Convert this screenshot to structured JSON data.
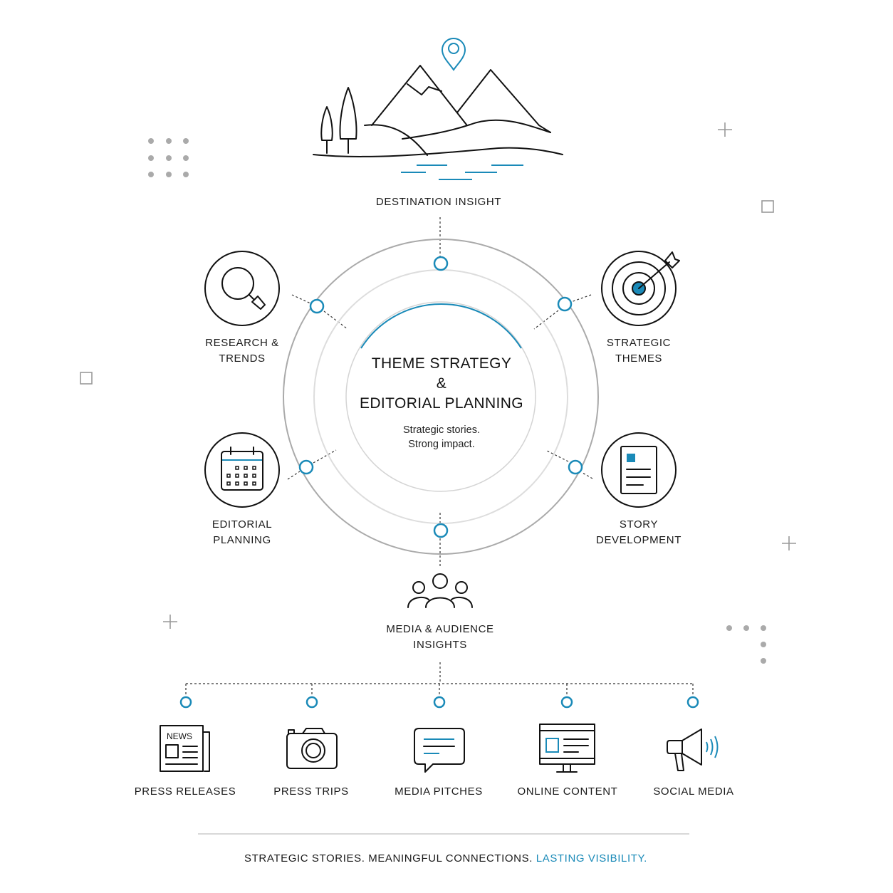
{
  "colors": {
    "accent": "#1a8ab8",
    "text": "#1a1a1a",
    "ring": "#aaaaaa"
  },
  "top": {
    "label": "DESTINATION INSIGHT",
    "icon": "landscape-pin-icon"
  },
  "center": {
    "title_line1": "THEME STRATEGY",
    "title_line2": "&",
    "title_line3": "EDITORIAL PLANNING",
    "sub_line1": "Strategic stories.",
    "sub_line2": "Strong impact."
  },
  "pillars": [
    {
      "line1": "RESEARCH &",
      "line2": "TRENDS",
      "icon": "magnifier-icon"
    },
    {
      "line1": "STRATEGIC",
      "line2": "THEMES",
      "icon": "target-icon"
    },
    {
      "line1": "EDITORIAL",
      "line2": "PLANNING",
      "icon": "calendar-icon"
    },
    {
      "line1": "STORY",
      "line2": "DEVELOPMENT",
      "icon": "document-icon"
    }
  ],
  "bottom": {
    "line1": "MEDIA & AUDIENCE",
    "line2": "INSIGHTS",
    "icon": "people-icon"
  },
  "outputs": [
    {
      "label": "PRESS RELEASES",
      "icon": "newspaper-icon",
      "icon_text": "NEWS"
    },
    {
      "label": "PRESS TRIPS",
      "icon": "camera-icon"
    },
    {
      "label": "MEDIA PITCHES",
      "icon": "speech-bubble-icon"
    },
    {
      "label": "ONLINE CONTENT",
      "icon": "monitor-icon"
    },
    {
      "label": "SOCIAL MEDIA",
      "icon": "megaphone-icon"
    }
  ],
  "footer": {
    "text": "STRATEGIC STORIES. MEANINGFUL CONNECTIONS. ",
    "highlight": "LASTING VISIBILITY."
  }
}
